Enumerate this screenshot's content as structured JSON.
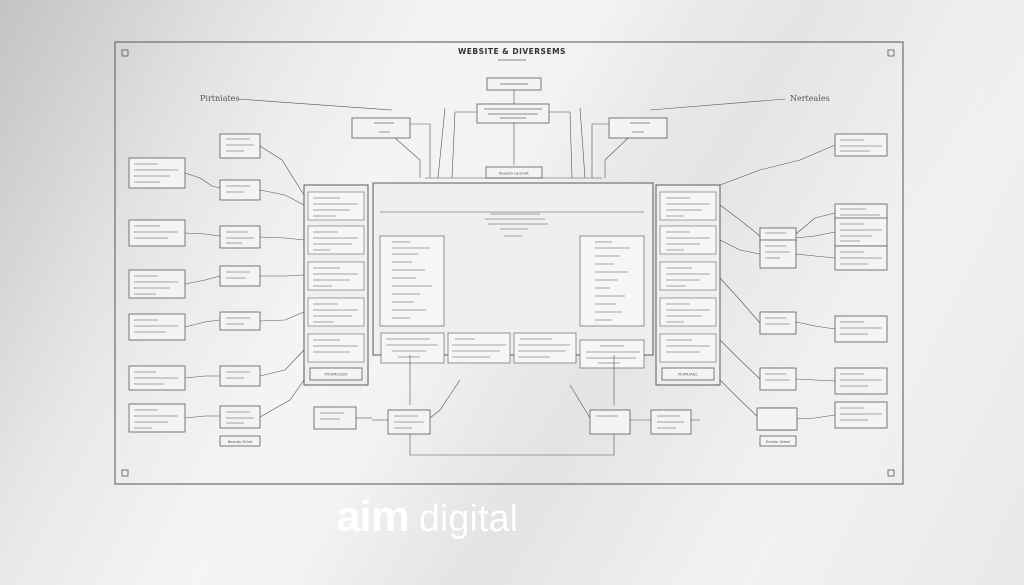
{
  "diagram": {
    "title": "WEBSITE & DIVERSEMS",
    "left_heading": "Pirtniates",
    "right_heading": "Nerteales",
    "center_label": "Reauita Lacoratt",
    "footer_left": "PIOUMLUGIO",
    "footer_right": "PIUMLIAGC",
    "left_bottom_label": "Beaudy Drlint",
    "right_bottom_label": "Drcalor Steen"
  },
  "logo": {
    "bold": "aim",
    "light": "digital"
  }
}
